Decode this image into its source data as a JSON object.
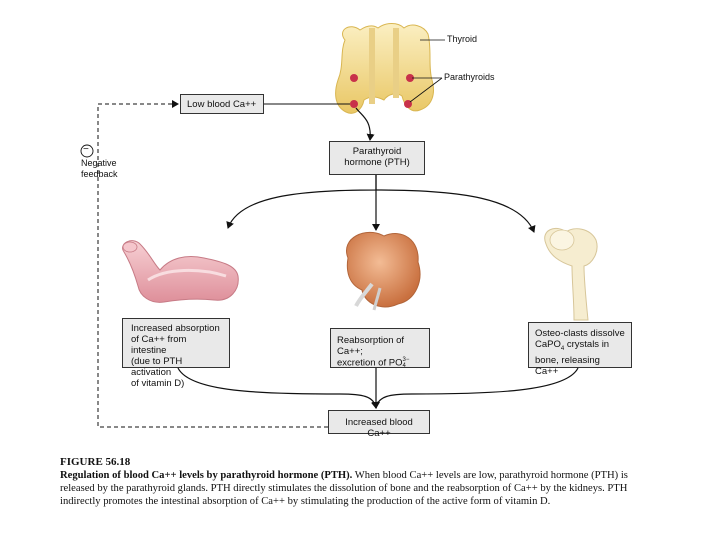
{
  "labels": {
    "thyroid": "Thyroid",
    "parathyroids": "Parathyroids",
    "negative_feedback": "Negative\nfeedback",
    "feedback_sign": "−"
  },
  "boxes": {
    "low_ca": "Low blood Ca++",
    "pth": "Parathyroid\nhormone (PTH)",
    "intestine": "Increased absorption\nof Ca++ from intestine\n(due to PTH activation\nof vitamin D)",
    "kidney_line1": "Reabsorption of Ca++;",
    "kidney_line2_prefix": "excretion of PO",
    "kidney_superscript": "3−",
    "kidney_subscript": "4",
    "bone_line1": "Osteo-clasts dissolve",
    "bone_line2_prefix": "CaPO",
    "bone_subscript": "4",
    "bone_line2_suffix": " crystals in",
    "bone_line3": "bone, releasing Ca++",
    "increased_ca": "Increased blood Ca++"
  },
  "caption": {
    "figure_number": "FIGURE 56.18",
    "title": "Regulation of blood Ca++ levels by parathyroid hormone (PTH).",
    "body": " When blood Ca++ levels are low, parathyroid hormone (PTH) is released by the parathyroid glands. PTH directly stimulates the dissolution of bone and the reabsorption of Ca++ by the kidneys. PTH indirectly promotes the intestinal absorption of Ca++ by stimulating the production of the active form of vitamin D."
  },
  "colors": {
    "thyroid": "#f3df9a",
    "parathyroid": "#c8314a",
    "intestine": "#f0b8bf",
    "kidney": "#e39a6c",
    "bone": "#f6edd0",
    "box_fill": "#e9e9e9"
  }
}
